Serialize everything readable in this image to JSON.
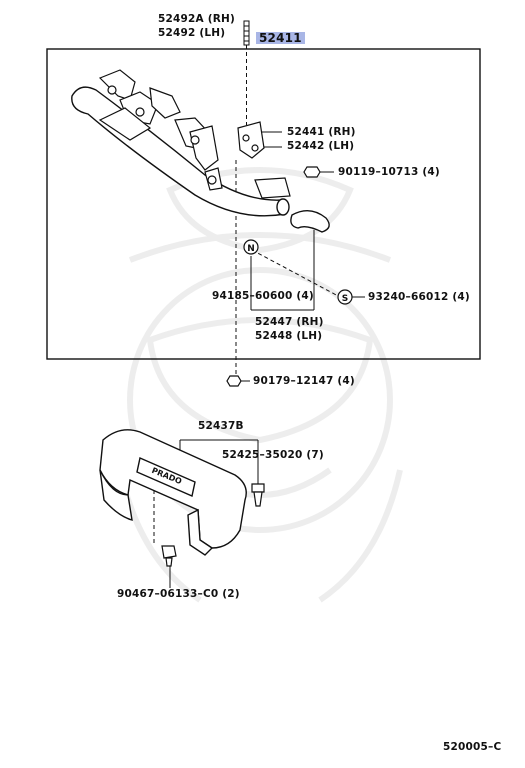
{
  "labels": {
    "p52492A": "52492A (RH)",
    "p52492": "52492  (LH)",
    "p52411": "52411",
    "p52441": "52441 (RH)",
    "p52442": "52442 (LH)",
    "p90119": "90119–10713 (4)",
    "p94185": "94185–60600 (4)",
    "p93240": "93240–66012 (4)",
    "p52447": "52447 (RH)",
    "p52448": "52448 (LH)",
    "p90179": "90179–12147 (4)",
    "p52437B": "52437B",
    "p52425": "52425–35020 (7)",
    "p90467": "90467–06133–C0 (2)",
    "diagram_code": "520005–C"
  },
  "markers": {
    "n": "N",
    "s": "S"
  },
  "emblem_text": "PRADO",
  "colors": {
    "highlight": "#a9b6e6",
    "ink": "#111111",
    "watermark": "#ececec"
  }
}
